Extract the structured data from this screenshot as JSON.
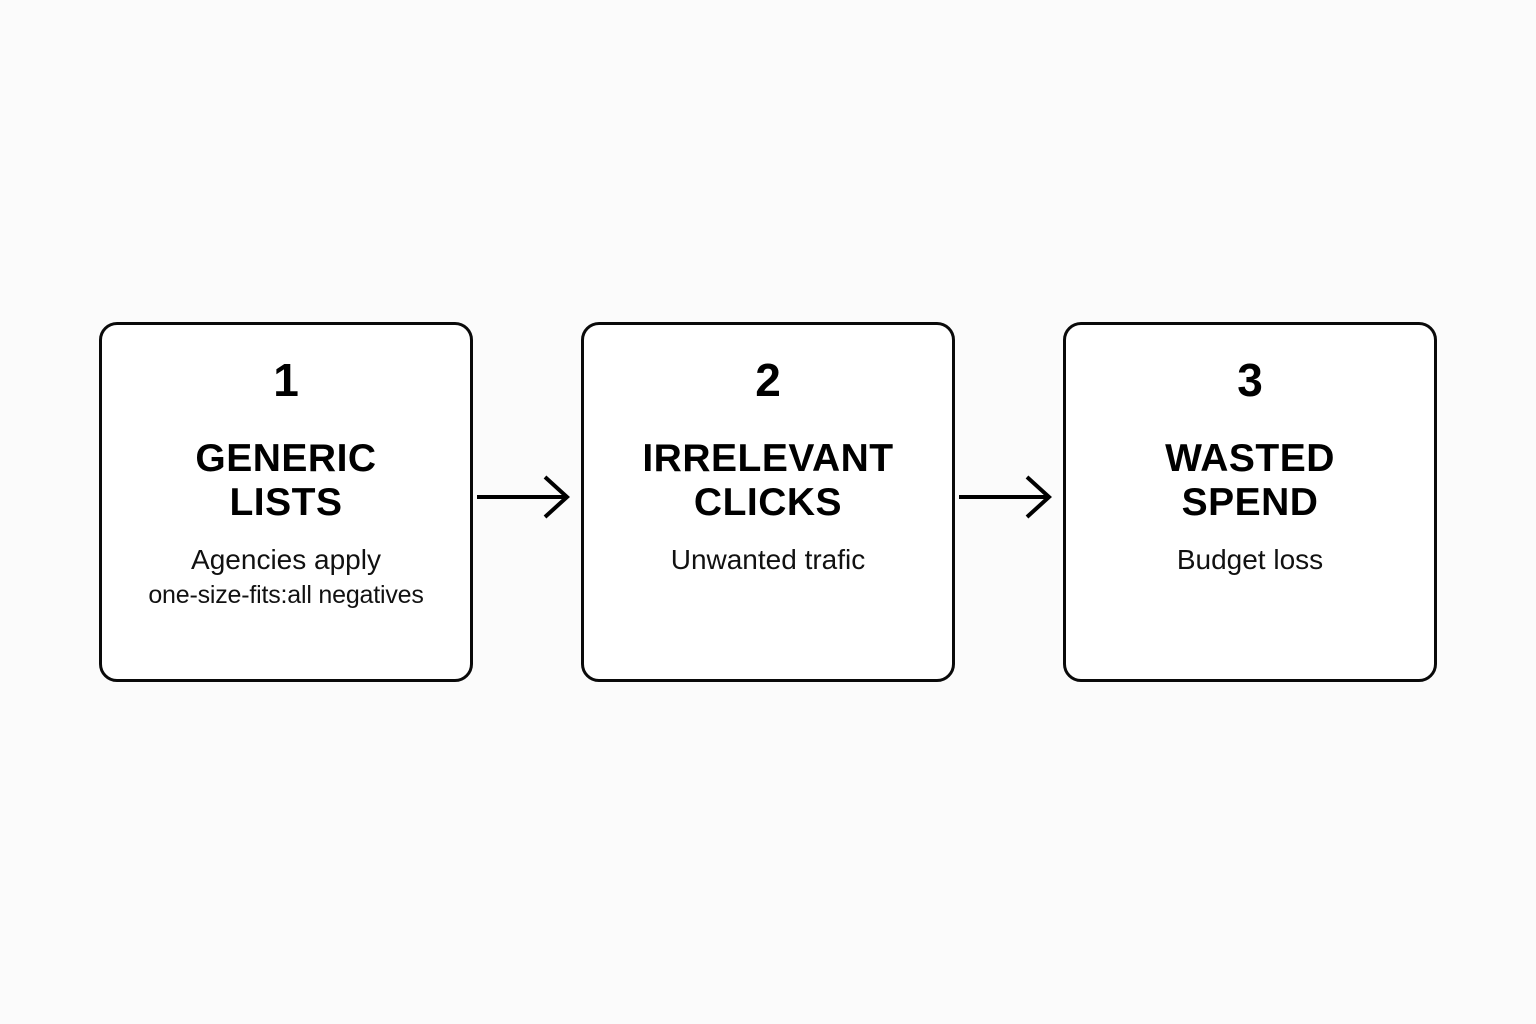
{
  "diagram": {
    "type": "linear-process-flow",
    "background_color": "#fbfbfb",
    "stroke_color": "#000000",
    "card_fill": "#ffffff",
    "steps": [
      {
        "number": "1",
        "title_line_1": "GENERIC",
        "title_line_2": "LISTS",
        "desc_line_1": "Agencies apply",
        "desc_line_2": "one-size-fits:all negatives"
      },
      {
        "number": "2",
        "title_line_1": "IRRELEVANT",
        "title_line_2": "CLICKS",
        "desc_line_1": "Unwanted trafic",
        "desc_line_2": ""
      },
      {
        "number": "3",
        "title_line_1": "WASTED",
        "title_line_2": "SPEND",
        "desc_line_1": "Budget loss",
        "desc_line_2": ""
      }
    ],
    "connectors": [
      {
        "icon": "arrow-right-icon",
        "from": "1",
        "to": "2"
      },
      {
        "icon": "arrow-right-icon",
        "from": "2",
        "to": "3"
      }
    ]
  }
}
